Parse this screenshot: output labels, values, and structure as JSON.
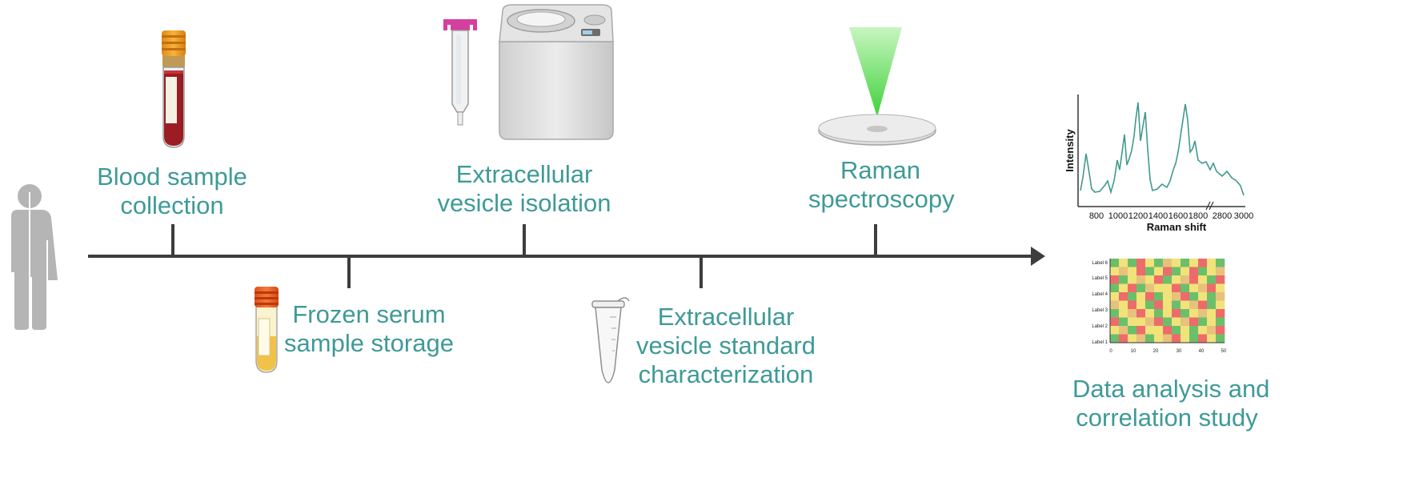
{
  "steps": {
    "blood": {
      "line1": "Blood sample",
      "line2": "collection"
    },
    "frozen": {
      "line1": "Frozen serum",
      "line2": "sample storage"
    },
    "isolation": {
      "line1": "Extracellular",
      "line2": "vesicle isolation"
    },
    "characterization": {
      "line1": "Extracellular",
      "line2": "vesicle standard",
      "line3": "characterization"
    },
    "raman": {
      "line1": "Raman",
      "line2": "spectroscopy"
    },
    "analysis": {
      "line1": "Data analysis and",
      "line2": "correlation study"
    }
  },
  "spectrum": {
    "ylabel": "Intensity",
    "xlabel": "Raman shift",
    "ticks": [
      "800",
      "1000",
      "1200",
      "1400",
      "1600",
      "1800",
      "2800",
      "3000"
    ]
  },
  "heatmap": {
    "row_labels": [
      "Label 6",
      "Label 5",
      "Label 4",
      "Label 3",
      "Label 2",
      "Label 1"
    ],
    "col_ticks": [
      "0",
      "10",
      "20",
      "30",
      "40",
      "50"
    ],
    "colors": {
      "green": "#6cbf6a",
      "yellow": "#f2e27a",
      "red": "#ee6b6b",
      "tan": "#e6c27c"
    },
    "grid": [
      "GYGRYGTYGYRYG",
      "YTYRGYRGYRGYT",
      "RGYTYRGYTRYGR",
      "GYRGTYYRGYTRY",
      "YRGYRGYTRGYGT",
      "TYRYGRYGYTRGY",
      "GYTRYGYRGYTYR",
      "RGYYTRGYTRGYG",
      "YTGRYYRGYGYTR",
      "GRYTGYTRYGRYG"
    ]
  },
  "colors": {
    "teal": "#3e9a98",
    "axis": "#3d3d3d",
    "person": "#b5b5b5"
  }
}
